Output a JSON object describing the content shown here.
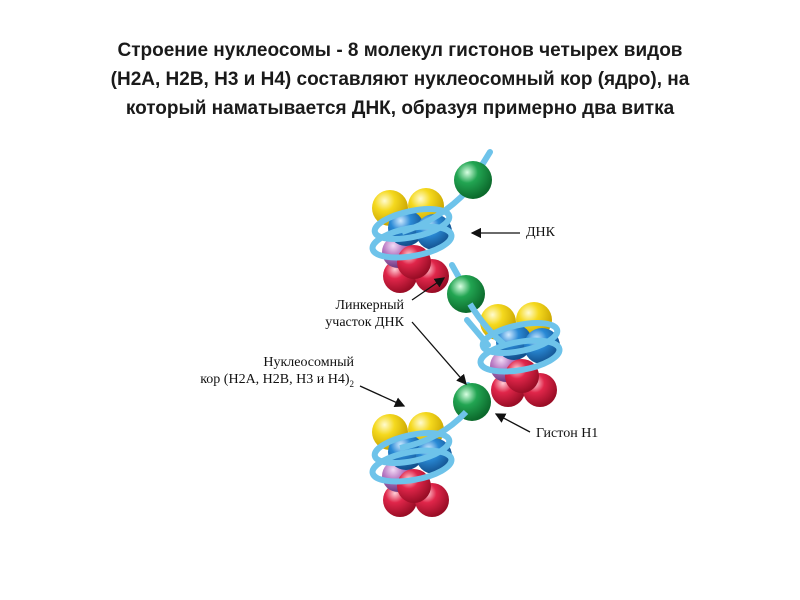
{
  "slide": {
    "title_lines": [
      "Строение нуклеосомы - 8 молекул гистонов четырех видов",
      "(H2A, H2B, H3 и H4) составляют нуклеосомный кор (ядро), на",
      "который наматывается ДНК, образуя примерно два витка"
    ]
  },
  "diagram": {
    "labels": {
      "dna": "ДНК",
      "linker_line1": "Линкерный",
      "linker_line2": "участок ДНК",
      "core_line1": "Нуклеосомный",
      "core_line2": "кор (H2A, H2B, H3 и H4)",
      "core_subscript": "2",
      "histone_h1": "Гистон H1"
    },
    "colors": {
      "dna": "#6ec3ea",
      "h1_green": "#1e9a4a",
      "yellow": "#f2d21a",
      "blue": "#1f7cc4",
      "red": "#d8193c",
      "purple": "#b06ab8"
    }
  }
}
